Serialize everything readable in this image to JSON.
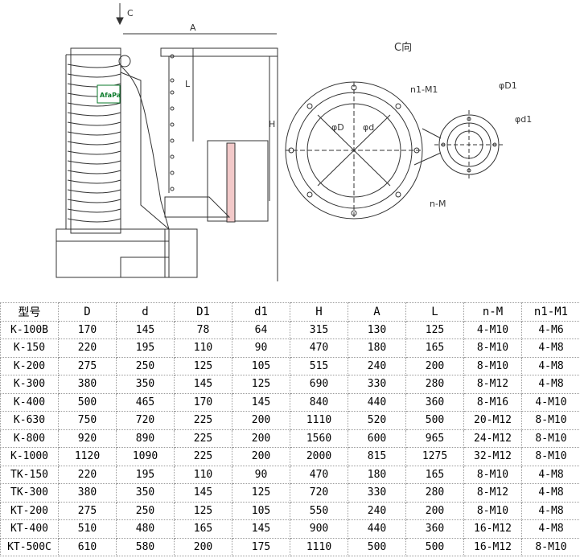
{
  "drawing": {
    "view_arrow_label": "C",
    "dim_A": "A",
    "dim_L": "L",
    "dim_H": "H",
    "view_title": "C向",
    "logo_text": "AfaPa",
    "dim_D": "φD",
    "dim_d": "φd",
    "dim_D1": "φD1",
    "dim_d1": "φd1",
    "bolt_n1M1": "n1-M1",
    "bolt_nM": "n-M"
  },
  "table": {
    "headers": [
      "型号",
      "D",
      "d",
      "D1",
      "d1",
      "H",
      "A",
      "L",
      "n-M",
      "n1-M1"
    ],
    "rows": [
      [
        "K-100B",
        "170",
        "145",
        "78",
        "64",
        "315",
        "130",
        "125",
        "4-M10",
        "4-M6"
      ],
      [
        "K-150",
        "220",
        "195",
        "110",
        "90",
        "470",
        "180",
        "165",
        "8-M10",
        "4-M8"
      ],
      [
        "K-200",
        "275",
        "250",
        "125",
        "105",
        "515",
        "240",
        "200",
        "8-M10",
        "4-M8"
      ],
      [
        "K-300",
        "380",
        "350",
        "145",
        "125",
        "690",
        "330",
        "280",
        "8-M12",
        "4-M8"
      ],
      [
        "K-400",
        "500",
        "465",
        "170",
        "145",
        "840",
        "440",
        "360",
        "8-M16",
        "4-M10"
      ],
      [
        "K-630",
        "750",
        "720",
        "225",
        "200",
        "1110",
        "520",
        "500",
        "20-M12",
        "8-M10"
      ],
      [
        "K-800",
        "920",
        "890",
        "225",
        "200",
        "1560",
        "600",
        "965",
        "24-M12",
        "8-M10"
      ],
      [
        "K-1000",
        "1120",
        "1090",
        "225",
        "200",
        "2000",
        "815",
        "1275",
        "32-M12",
        "8-M10"
      ],
      [
        "TK-150",
        "220",
        "195",
        "110",
        "90",
        "470",
        "180",
        "165",
        "8-M10",
        "4-M8"
      ],
      [
        "TK-300",
        "380",
        "350",
        "145",
        "125",
        "720",
        "330",
        "280",
        "8-M12",
        "4-M8"
      ],
      [
        "KT-200",
        "275",
        "250",
        "125",
        "105",
        "550",
        "240",
        "200",
        "8-M10",
        "4-M8"
      ],
      [
        "KT-400",
        "510",
        "480",
        "165",
        "145",
        "900",
        "440",
        "360",
        "16-M12",
        "4-M8"
      ],
      [
        "KT-500C",
        "610",
        "580",
        "200",
        "175",
        "1110",
        "500",
        "500",
        "16-M12",
        "8-M10"
      ]
    ]
  }
}
